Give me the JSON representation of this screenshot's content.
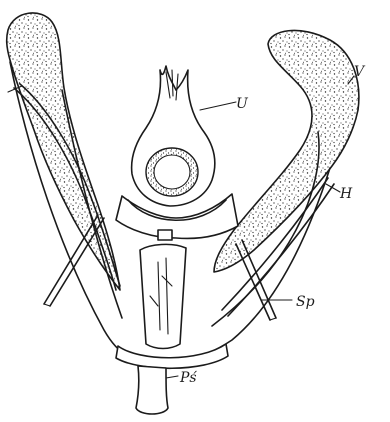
{
  "figure": {
    "labels": {
      "U": "U",
      "V": "V",
      "H": "H",
      "Sp": "Sp",
      "Ps": "Pś"
    }
  },
  "colors": {
    "ink": "#1b1b1b",
    "paper": "#ffffff"
  }
}
